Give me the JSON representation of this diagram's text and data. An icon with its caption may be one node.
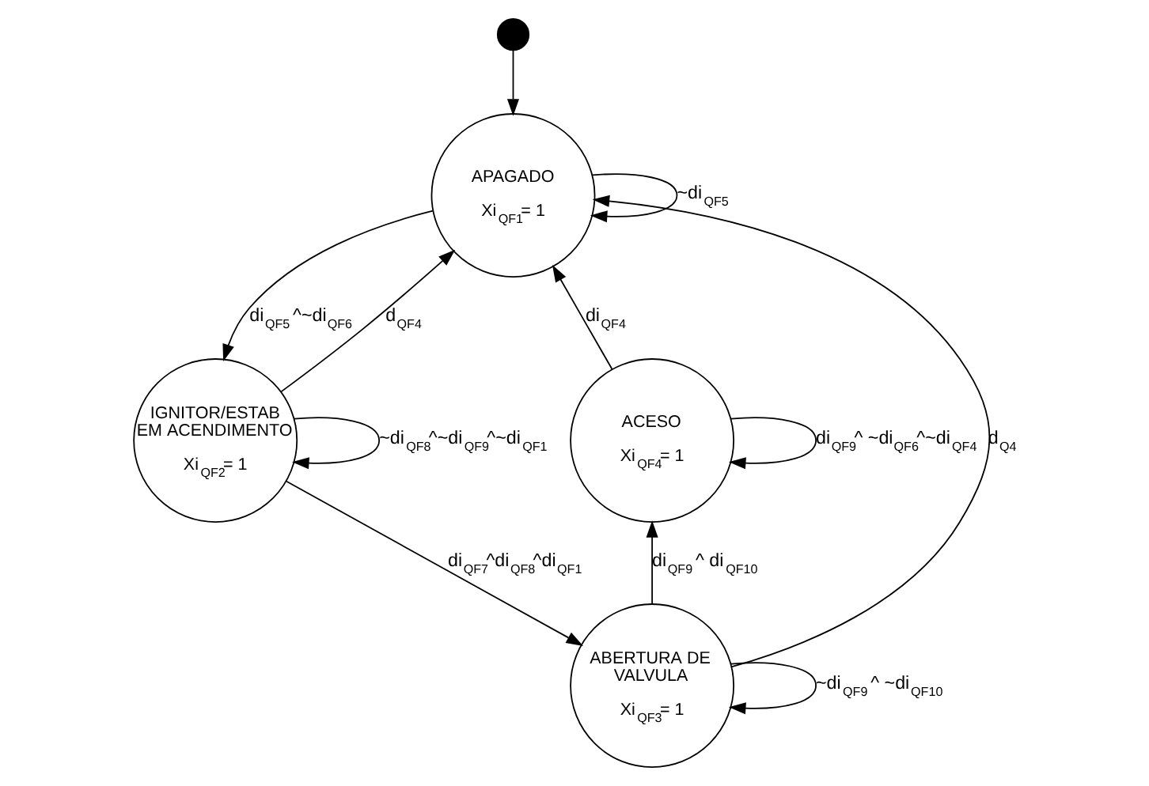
{
  "diagram": {
    "nodes": [
      {
        "text": [],
        "shape": "circle"
      },
      {
        "text": [
          "APAGADO",
          "Xi$_{QF1}$= 1"
        ]
      },
      {
        "text": [
          "IGNITOR/ESTAB EM ACENDIMENTO",
          "Xi$_{QF2}$= 1"
        ]
      },
      {
        "text": [
          "ACESO",
          "Xi$_{QF4}$= 1"
        ]
      },
      {
        "text": [
          "ABERTURA DE VALVULA",
          "Xi$_{QF3}$= 1"
        ]
      }
    ],
    "edges": [
      {
        "from": 0,
        "to": 1,
        "arrow": "to"
      },
      {
        "from": 1,
        "to": 1,
        "arrow": "to",
        "label": "~di$_{QF5}$"
      },
      {
        "from": 1,
        "to": 2,
        "arrow": "to",
        "label": "di$_{QF5}$ ^~di$_{QF6}$"
      },
      {
        "from": 2,
        "to": 1,
        "arrow": "to",
        "label": "d$_{QF4}$"
      },
      {
        "from": 3,
        "to": 1,
        "arrow": "to",
        "label": "di$_{QF4}$"
      },
      {
        "from": 4,
        "to": 1,
        "arrow": "to",
        "label": "d$_{Q4}$"
      },
      {
        "from": 2,
        "to": 4,
        "arrow": "to",
        "label": "di$_{QF7}$^di$_{QF8}$^di$_{QF1}$"
      },
      {
        "from": 2,
        "to": 2,
        "arrow": "to",
        "label": "~di$_{QF8}$^~di$_{QF9}$^~di$_{QF1}$"
      },
      {
        "from": 4,
        "to": 3,
        "arrow": "to",
        "label": "di$_{QF9}$ ^ di$_{QF10}$"
      },
      {
        "from": 3,
        "to": 3,
        "arrow": "to",
        "label": "di$_{QF9}$^ ~di$_{QF6}$^~di$_{QF4}$"
      },
      {
        "from": 4,
        "to": 4,
        "arrow": "to",
        "label": "~di$_{QF9}$ ^ ~di$_{QF10}$"
      }
    ]
  }
}
